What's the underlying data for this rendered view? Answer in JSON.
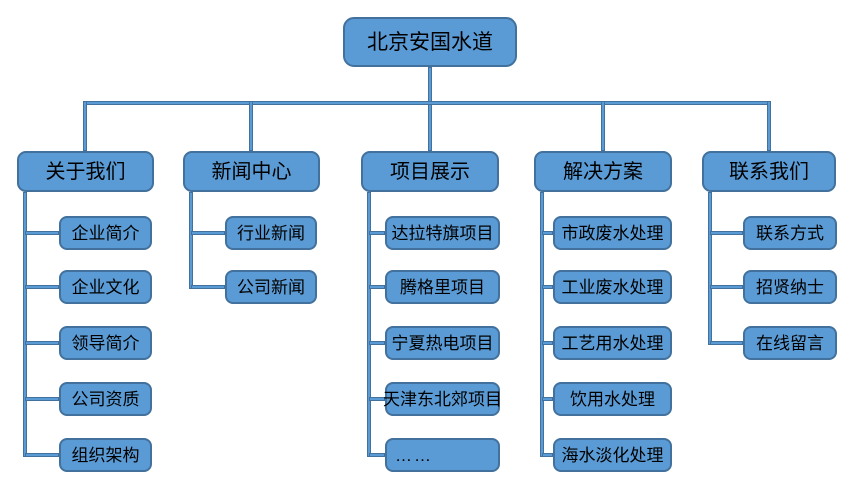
{
  "page": {
    "background": "#FFFFFF"
  },
  "diagram": {
    "type": "sitemap-tree",
    "colors": {
      "node_fill": "#5B9BD5",
      "node_border": "#41719C",
      "connector_fill": "#5B9BD5",
      "connector_border": "#41719C",
      "text": "#000000",
      "background": "#FFFFFF"
    },
    "root": {
      "label": "北京安国水道"
    },
    "branches": [
      {
        "label": "关于我们",
        "children": [
          "企业简介",
          "企业文化",
          "领导简介",
          "公司资质",
          "组织架构"
        ]
      },
      {
        "label": "新闻中心",
        "children": [
          "行业新闻",
          "公司新闻"
        ]
      },
      {
        "label": "项目展示",
        "children": [
          "达拉特旗项目",
          "腾格里项目",
          "宁夏热电项目",
          "天津东北郊项目",
          "……"
        ]
      },
      {
        "label": "解决方案",
        "children": [
          "市政废水处理",
          "工业废水处理",
          "工艺用水处理",
          "饮用水处理",
          "海水淡化处理"
        ]
      },
      {
        "label": "联系我们",
        "children": [
          "联系方式",
          "招贤纳士",
          "在线留言"
        ]
      }
    ]
  }
}
